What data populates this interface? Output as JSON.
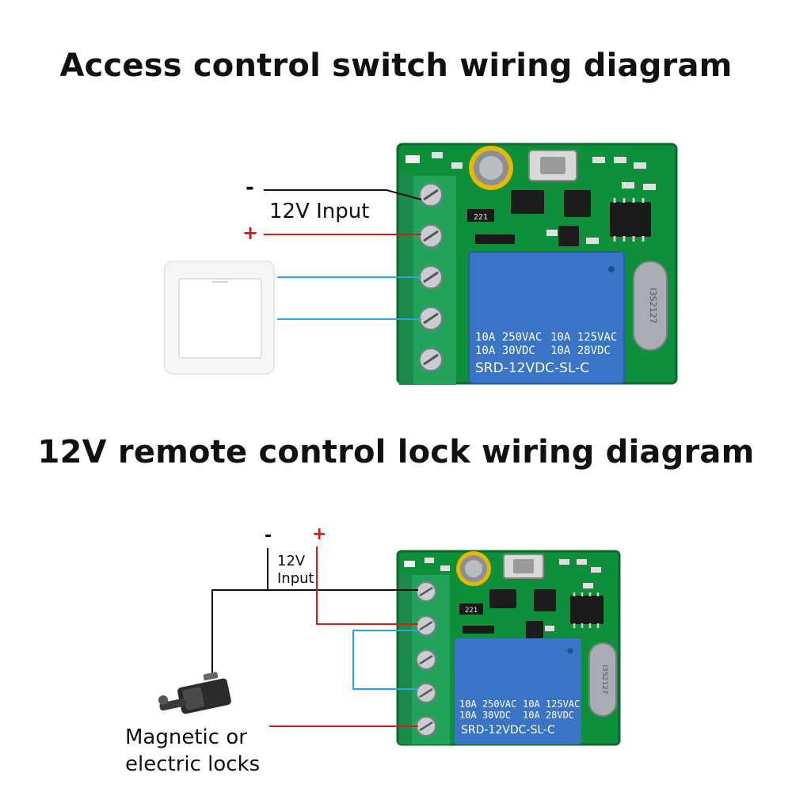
{
  "diagram1": {
    "title": "Access control switch wiring diagram",
    "minus_sign": "-",
    "plus_sign": "+",
    "input_label": "12V Input"
  },
  "diagram2": {
    "title": "12V remote control lock wiring diagram",
    "minus_sign": "-",
    "plus_sign": "+",
    "input_label_line1": "12V",
    "input_label_line2": "Input",
    "lock_label_line1": "Magnetic or",
    "lock_label_line2": "electric locks"
  },
  "board": {
    "chip_code": "221",
    "relay_line1_left": "10A 250VAC",
    "relay_line1_right": "10A 125VAC",
    "relay_line2_left": "10A  30VDC",
    "relay_line2_right": "10A  28VDC",
    "relay_model": "SRD-12VDC-SL-C",
    "crystal_text": "I3S2127"
  },
  "colors": {
    "pcb_green": "#0e8f3a",
    "terminal_green": "#22a35a",
    "relay_blue": "#3a74c7",
    "wire_black": "#111111",
    "wire_red": "#d71a1a",
    "wire_blue": "#2aa7dc",
    "plus_red": "#e01010"
  }
}
